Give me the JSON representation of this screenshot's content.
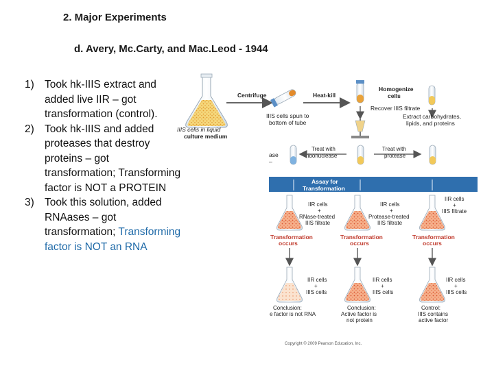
{
  "heading": "2. Major Experiments",
  "subheading": "d. Avery, Mc.Carty, and Mac.Leod - 1944",
  "steps": [
    {
      "num": "1)",
      "text": "Took hk-IIIS extract and added live IIR – got transformation (control)."
    },
    {
      "num": "2)",
      "text": "Took hk-IIIS and added proteases that destroy proteins – got transformation; Transforming factor is NOT a PROTEIN"
    },
    {
      "num": "3)",
      "text": "Took this solution, added RNAases – got transformation;",
      "highlight": "Transforming factor is NOT an RNA"
    }
  ],
  "figure": {
    "culture_label_1": "IIIS cells in liquid",
    "culture_label_2": "culture medium",
    "centrifuge": "Centrifuge",
    "heat_kill": "Heat-kill",
    "spun_1": "IIIS cells spun to",
    "spun_2": "bottom of tube",
    "homogenize_1": "Homogenize",
    "homogenize_2": "cells",
    "recover": "Recover IIIS filtrate",
    "extract_1": "Extract carbohydrates,",
    "extract_2": "lipids, and proteins",
    "ase_1": "ase",
    "ase_2": "–",
    "treat_rnase_1": "Treat with",
    "treat_rnase_2": "ribonuclease",
    "treat_protease_1": "Treat with",
    "treat_protease_2": "protease",
    "assay_1": "Assay for",
    "assay_2": "Transformation",
    "iir": "IIR cells",
    "plus": "+",
    "rnase_treated": "RNase-treated",
    "protease_treated": "Protease-treated",
    "iiis_filtrate": "IIIS filtrate",
    "transformation": "Transformation",
    "occurs": "occurs",
    "iiis_cells": "IIIS cells",
    "conc1_1": "Conclusion:",
    "conc1_2": "e factor is not RNA",
    "conc2_1": "Conclusion:",
    "conc2_2": "Active factor is",
    "conc2_3": "not protein",
    "conc3_1": "Control:",
    "conc3_2": "IIIS contains",
    "conc3_3": "active factor",
    "copyright": "Copyright © 2009 Pearson Education, Inc."
  },
  "colors": {
    "heading_text": "#1a1a1a",
    "highlight_text": "#1f6aa8",
    "assay_band": "#2f6fae",
    "occurs_text": "#c0392b",
    "flask_orange": "#f0a27a",
    "flask_yellow": "#f3cf6a"
  }
}
